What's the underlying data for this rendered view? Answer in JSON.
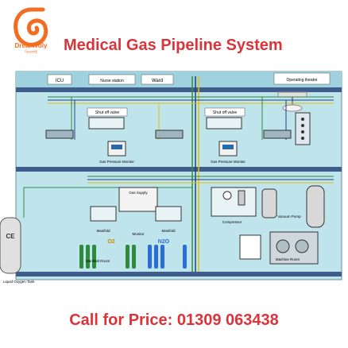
{
  "brand": {
    "name": "Dreamvoly",
    "sub": "ডিমফাই",
    "color": "#f26d21"
  },
  "title": "Medical Gas Pipeline System",
  "footer": {
    "call_text": "Call for Price: 01309 063438"
  },
  "diagram": {
    "rooms": {
      "icu": "ICU",
      "nurse_station": "Nurse station",
      "ward": "Ward",
      "operating_theatre": "Operating theatre"
    },
    "floor2": {
      "shut_off_valve_left": "Shut off valve",
      "shut_off_valve_right": "Shut off valve",
      "gas_pressure_monitor_left": "Gas Pressure Monitor",
      "gas_pressure_monitor_right": "Gas Pressure Monitor"
    },
    "ground": {
      "gas_supply": "Gas Supply",
      "manifold_left": "Manifold",
      "manifold_right": "Manifold",
      "monitor": "Monitor",
      "o2": "O2",
      "n2o": "N2O",
      "manifold_room": "Manifold Room",
      "compressor": "Compressor",
      "vacuum_pump": "Vacuum Pump",
      "machine_room": "Machine Room",
      "ce": "CE",
      "liquid_oxygen_tank": "Liquid Oxygen Tank"
    },
    "colors": {
      "oxygen": "#2e8b3d",
      "air": "#1f3f8f",
      "vacuum": "#e6c200",
      "n2o": "#2a6fd6",
      "building": "#bfe4ec"
    }
  }
}
